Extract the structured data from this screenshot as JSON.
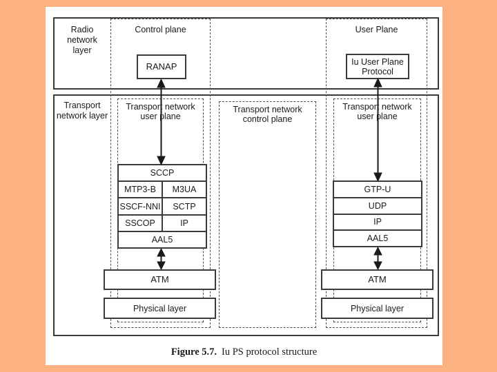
{
  "layer_labels": {
    "radio": "Radio network layer",
    "transport": "Transport network layer"
  },
  "plane_labels": {
    "control": "Control plane",
    "user": "User Plane",
    "tn_user_left": "Transport network user plane",
    "tn_control": "Transport network control plane",
    "tn_user_right": "Transport network user plane"
  },
  "protocol_boxes": {
    "ranap": "RANAP",
    "iu_user_plane_protocol": "Iu User Plane Protocol",
    "sccp": "SCCP",
    "mtp3b": "MTP3-B",
    "m3ua": "M3UA",
    "sscf_nni": "SSCF-NNI",
    "sctp": "SCTP",
    "sscop": "SSCOP",
    "ip_left": "IP",
    "aal5_left": "AAL5",
    "atm_left": "ATM",
    "physical_left": "Physical layer",
    "gtp_u": "GTP-U",
    "udp": "UDP",
    "ip_right": "IP",
    "aal5_right": "AAL5",
    "atm_right": "ATM",
    "physical_right": "Physical layer"
  },
  "caption": {
    "label": "Figure 5.7.",
    "text": "Iu PS protocol structure"
  },
  "colors": {
    "background": "#fcb183",
    "page": "#ffffff",
    "line": "#1a1a1a"
  }
}
